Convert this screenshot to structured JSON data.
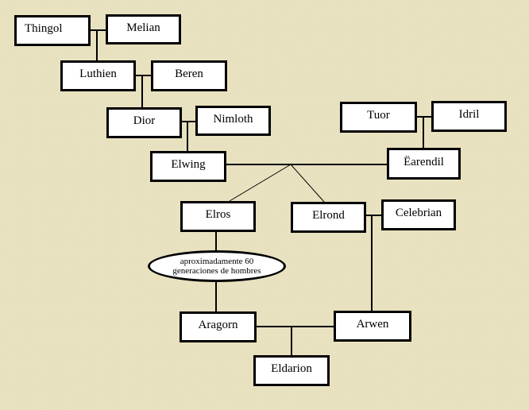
{
  "people": {
    "thingol": "Thingol",
    "melian": "Melian",
    "luthien": "Luthien",
    "beren": "Beren",
    "dior": "Dior",
    "nimloth": "Nimloth",
    "tuor": "Tuor",
    "idril": "Idril",
    "elwing": "Elwing",
    "earendil": "Ëarendil",
    "elros": "Elros",
    "elrond": "Elrond",
    "celebrian": "Celebrian",
    "aragorn": "Aragorn",
    "arwen": "Arwen",
    "eldarion": "Eldarion"
  },
  "gap_note": {
    "line1": "aproximadamente 60",
    "line2": "generaciones de hombres"
  }
}
